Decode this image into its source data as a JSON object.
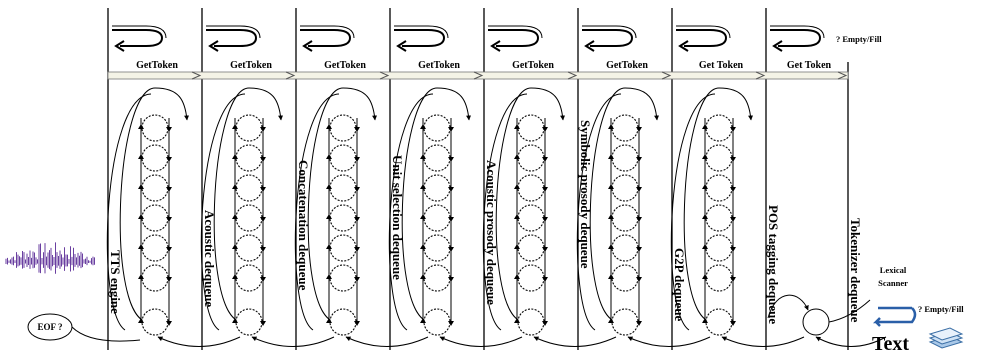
{
  "diagram": {
    "get_token_labels": [
      "GetToken",
      "GetToken",
      "GetToken",
      "GetToken",
      "GetToken",
      "GetToken",
      "Get Token",
      "Get Token"
    ],
    "stage_labels": [
      "TTS engine",
      "Acoustic dequeue",
      "Concatenation dequeue",
      "Unit selection dequeue",
      "Acoustic prosody dequeue",
      "Symbolic prosody dequeue",
      "G2P dequeue",
      "POS tagging dequeue",
      "Tokenizer dequeue"
    ],
    "empty_fill_top": "? Empty/Fill",
    "empty_fill_bottom": "? Empty/Fill",
    "lexical_scanner": [
      "Lexical",
      "Scanner"
    ],
    "eof_label": "EOF ?",
    "text_label": "Text",
    "waveform_icon": "audio-waveform-icon",
    "document_icon": "text-document-stack-icon",
    "colors": {
      "wave": "#6a3fa0",
      "stack": "#3a6ea5",
      "arrow_band": "#f4f3e6"
    }
  }
}
